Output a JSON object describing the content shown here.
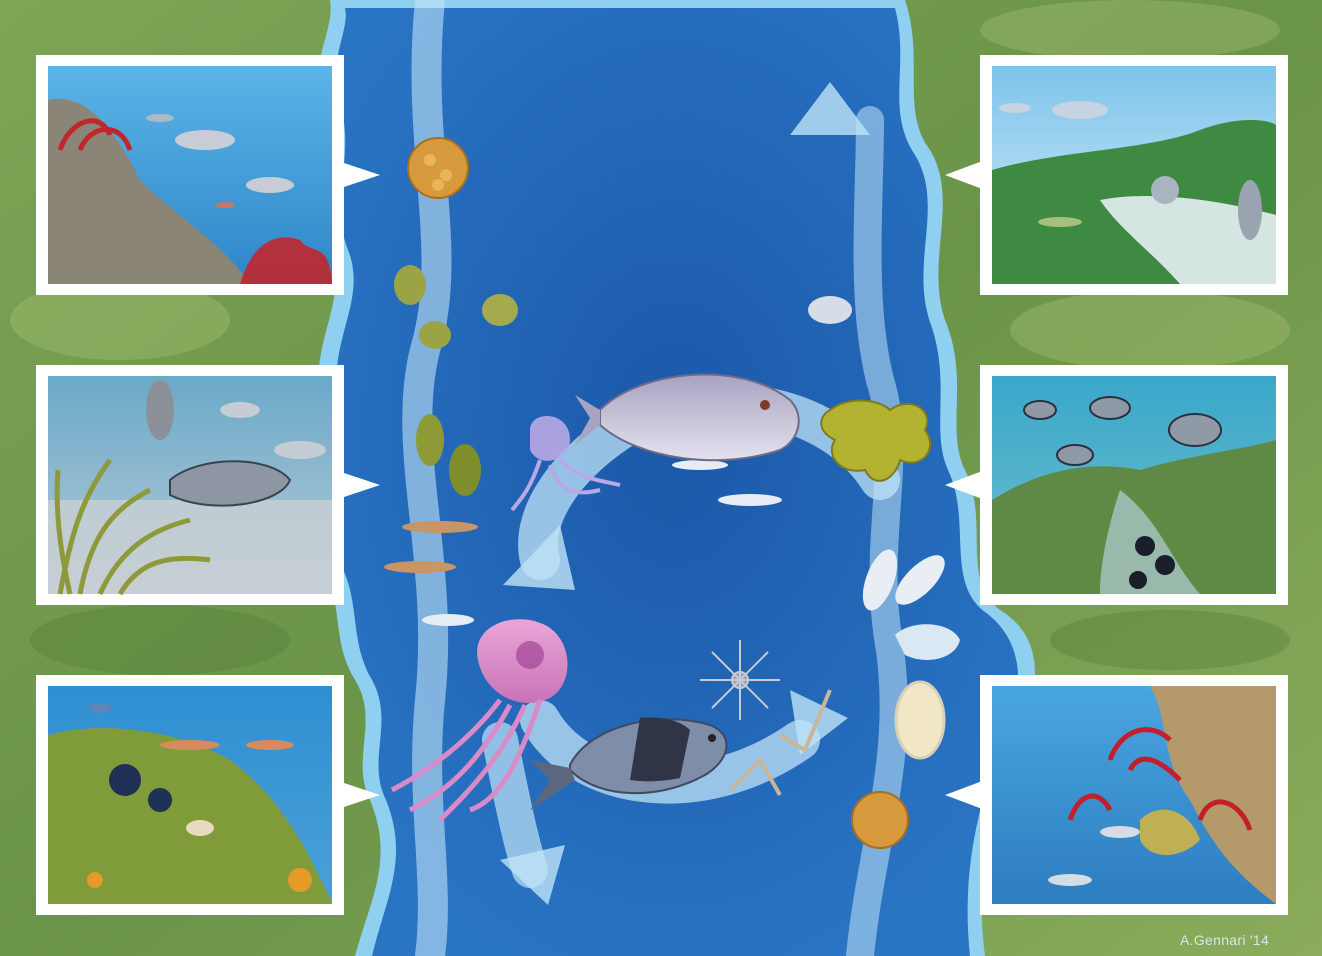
{
  "signature": "A.Gennari '14",
  "colors": {
    "land": "#6f9a4a",
    "land_light": "#8fb060",
    "sea": "#1f63b5",
    "sea_deep": "#164f9c",
    "shore": "#8fd0f0",
    "current": "#bfe3f7",
    "frame": "#ffffff"
  },
  "panels": [
    {
      "name": "panel-rocky-reef-red-gorgonians",
      "side": "left",
      "icon": "reef-fish-icon"
    },
    {
      "name": "panel-seagrass-sandy-bottom",
      "side": "left",
      "icon": "sea-bream-icon"
    },
    {
      "name": "panel-algal-reef-urchins",
      "side": "left",
      "icon": "sea-urchin-icon"
    },
    {
      "name": "panel-seagrass-meadow-pen-shells",
      "side": "right",
      "icon": "seagrass-icon"
    },
    {
      "name": "panel-rocky-bottom-sea-urchins",
      "side": "right",
      "icon": "two-banded-bream-icon"
    },
    {
      "name": "panel-coralligenous-wall",
      "side": "right",
      "icon": "gorgonian-icon"
    }
  ]
}
